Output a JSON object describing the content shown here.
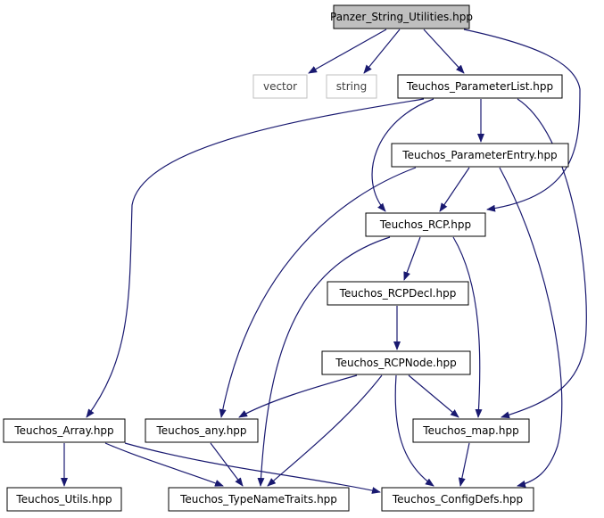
{
  "graph": {
    "nodes": [
      {
        "id": "panzer",
        "label": "Panzer_String_Utilities.hpp",
        "style": "root"
      },
      {
        "id": "vector",
        "label": "vector",
        "style": "external"
      },
      {
        "id": "string",
        "label": "string",
        "style": "external"
      },
      {
        "id": "paramlist",
        "label": "Teuchos_ParameterList.hpp",
        "style": "normal"
      },
      {
        "id": "paramentry",
        "label": "Teuchos_ParameterEntry.hpp",
        "style": "normal"
      },
      {
        "id": "rcp",
        "label": "Teuchos_RCP.hpp",
        "style": "normal"
      },
      {
        "id": "rcpdecl",
        "label": "Teuchos_RCPDecl.hpp",
        "style": "normal"
      },
      {
        "id": "rcpnode",
        "label": "Teuchos_RCPNode.hpp",
        "style": "normal"
      },
      {
        "id": "array",
        "label": "Teuchos_Array.hpp",
        "style": "normal"
      },
      {
        "id": "any",
        "label": "Teuchos_any.hpp",
        "style": "normal"
      },
      {
        "id": "map",
        "label": "Teuchos_map.hpp",
        "style": "normal"
      },
      {
        "id": "utils",
        "label": "Teuchos_Utils.hpp",
        "style": "normal"
      },
      {
        "id": "typenametraits",
        "label": "Teuchos_TypeNameTraits.hpp",
        "style": "normal"
      },
      {
        "id": "configdefs",
        "label": "Teuchos_ConfigDefs.hpp",
        "style": "normal"
      }
    ],
    "edges": [
      {
        "from": "panzer",
        "to": "vector"
      },
      {
        "from": "panzer",
        "to": "string"
      },
      {
        "from": "panzer",
        "to": "paramlist"
      },
      {
        "from": "panzer",
        "to": "rcp"
      },
      {
        "from": "paramlist",
        "to": "paramentry"
      },
      {
        "from": "paramlist",
        "to": "rcp"
      },
      {
        "from": "paramlist",
        "to": "array"
      },
      {
        "from": "paramlist",
        "to": "map"
      },
      {
        "from": "paramentry",
        "to": "rcp"
      },
      {
        "from": "paramentry",
        "to": "any"
      },
      {
        "from": "paramentry",
        "to": "configdefs"
      },
      {
        "from": "rcp",
        "to": "rcpdecl"
      },
      {
        "from": "rcp",
        "to": "typenametraits"
      },
      {
        "from": "rcp",
        "to": "map"
      },
      {
        "from": "rcpdecl",
        "to": "rcpnode"
      },
      {
        "from": "rcpnode",
        "to": "any"
      },
      {
        "from": "rcpnode",
        "to": "typenametraits"
      },
      {
        "from": "rcpnode",
        "to": "map"
      },
      {
        "from": "rcpnode",
        "to": "configdefs"
      },
      {
        "from": "array",
        "to": "utils"
      },
      {
        "from": "array",
        "to": "typenametraits"
      },
      {
        "from": "array",
        "to": "configdefs"
      },
      {
        "from": "any",
        "to": "typenametraits"
      },
      {
        "from": "map",
        "to": "configdefs"
      }
    ],
    "colors": {
      "edge": "#191970",
      "root_fill": "#bfbfbf",
      "node_stroke": "#000000",
      "external_stroke": "#bfbfbf",
      "external_text": "#404040",
      "text": "#000000"
    }
  }
}
